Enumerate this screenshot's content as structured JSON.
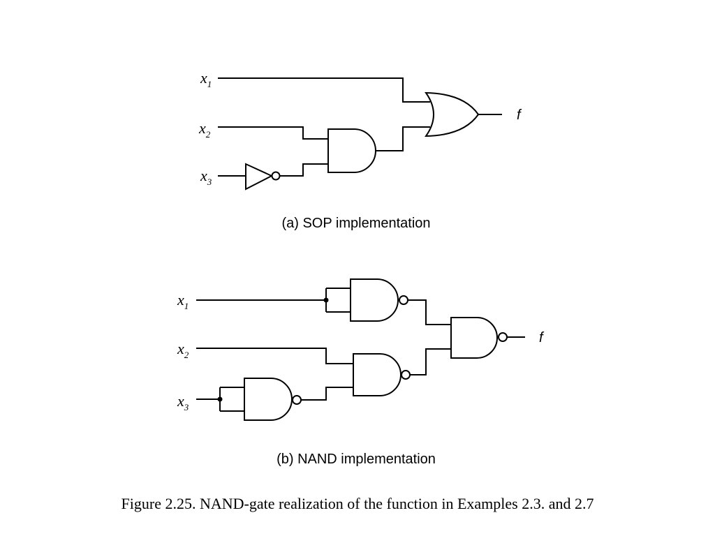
{
  "diagram_a": {
    "inputs": [
      {
        "var": "x",
        "sub": "1"
      },
      {
        "var": "x",
        "sub": "2"
      },
      {
        "var": "x",
        "sub": "3"
      }
    ],
    "output": "f",
    "caption": "(a) SOP implementation"
  },
  "diagram_b": {
    "inputs": [
      {
        "var": "x",
        "sub": "1"
      },
      {
        "var": "x",
        "sub": "2"
      },
      {
        "var": "x",
        "sub": "3"
      }
    ],
    "output": "f",
    "caption": "(b) NAND implementation"
  },
  "figure_caption": "Figure 2.25.  NAND-gate realization of the function in Examples 2.3. and 2.7"
}
